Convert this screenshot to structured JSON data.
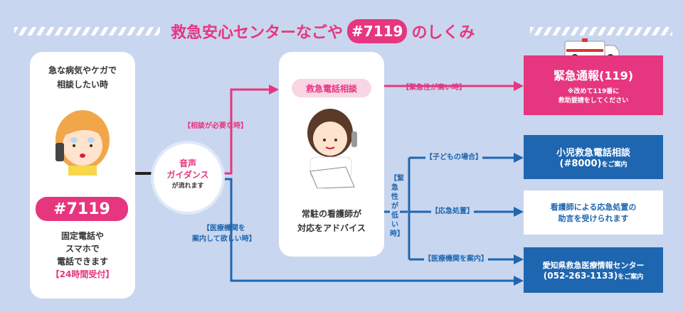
{
  "title": {
    "prefix": "救急安心センターなごや",
    "number": "#7119",
    "suffix": "のしくみ"
  },
  "caller": {
    "top_line1": "急な病気やケガで",
    "top_line2": "相談したい時",
    "number": "#7119",
    "bottom_line1": "固定電話や",
    "bottom_line2": "スマホで",
    "bottom_line3": "電話できます",
    "hours": "【24時間受付】"
  },
  "guidance": {
    "line1": "音声",
    "line2": "ガイダンス",
    "line3": "が流れます"
  },
  "labels": {
    "consult_needed": "【相談が必要な時】",
    "hospital_info": "【医療機関を",
    "hospital_info2": "案内して欲しい時】",
    "urgent_high": "【緊急性が高い時】",
    "urgent_low": "【緊急性が低い時】",
    "child": "【子どもの場合】",
    "first_aid": "【応急処置】",
    "hospital_guide": "【医療機関を案内】"
  },
  "consult": {
    "title": "救急電話相談",
    "line1": "常駐の看護師が",
    "line2": "対応をアドバイス"
  },
  "results": {
    "emergency": {
      "title": "緊急通報(119)",
      "line1": "※改めて119番に",
      "line2": "救助要請をしてください"
    },
    "child": {
      "line1": "小児救急電話相談",
      "line2": "(#8000)",
      "line2b": "をご案内"
    },
    "first_aid": {
      "line1": "看護師による応急処置の",
      "line2": "助言を受けられます"
    },
    "center": {
      "line1": "愛知県救急医療情報センター",
      "line2": "(052-263-1133)",
      "line2b": "をご案内"
    }
  },
  "colors": {
    "pink": "#e6367f",
    "blue": "#1e66b0",
    "background": "#c9d6ef"
  }
}
